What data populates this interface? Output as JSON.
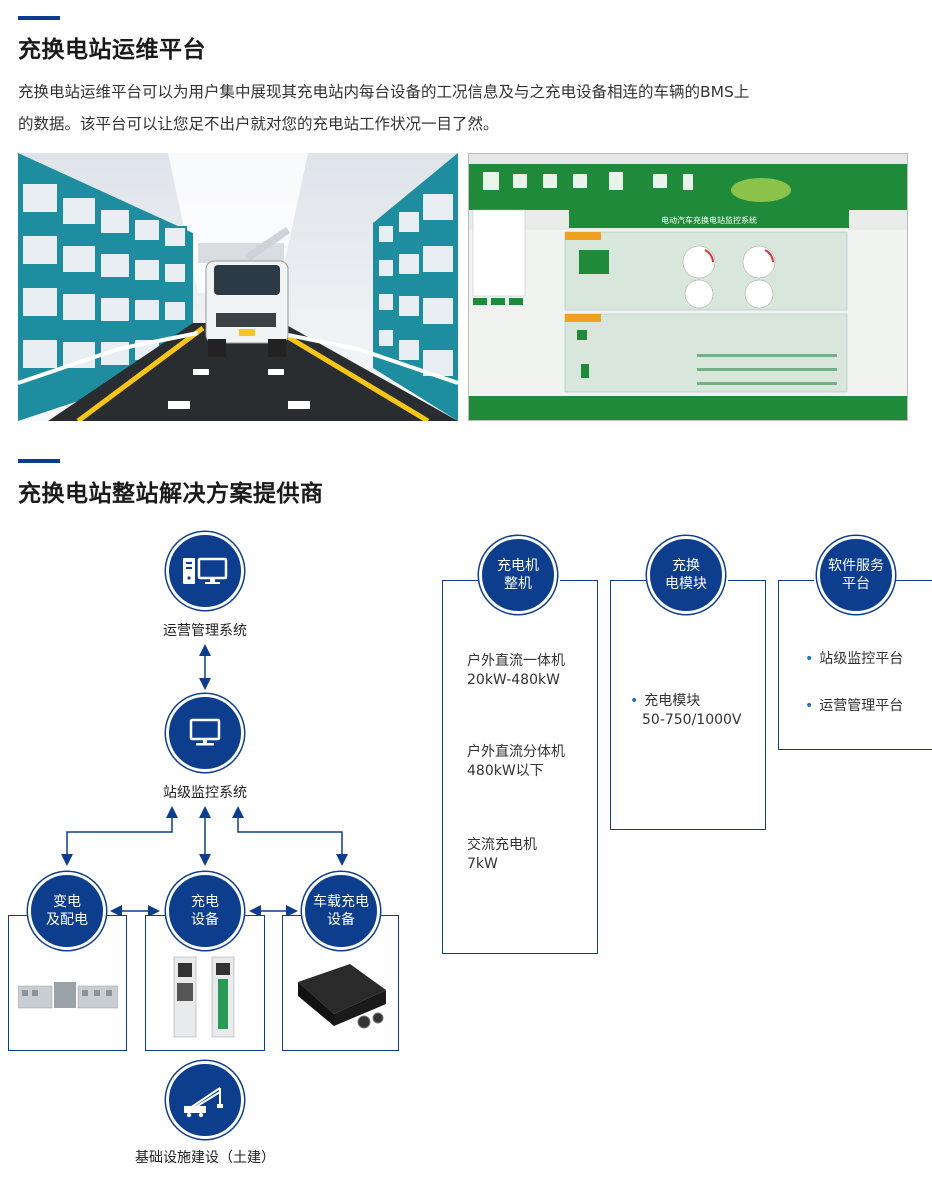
{
  "section1": {
    "title": "充换电站运维平台",
    "desc_line1": "充换电站运维平台可以为用户集中展现其充电站内每台设备的工况信息及与之充电设备相连的车辆的BMS上",
    "desc_line2": "的数据。该平台可以让您足不出户就对您的充电站工作状况一目了然。",
    "screenshot_title": "电动汽车充换电站监控系统"
  },
  "section2": {
    "title": "充换电站整站解决方案提供商"
  },
  "diagram": {
    "ops_label": "运营管理系统",
    "monitor_label": "站级监控系统",
    "power": {
      "line1": "变电",
      "line2": "及配电"
    },
    "charge": {
      "line1": "充电",
      "line2": "设备"
    },
    "onboard": {
      "line1": "车载充电",
      "line2": "设备"
    },
    "civil_label": "基础设施建设（土建）"
  },
  "products": {
    "charger": {
      "line1": "充电机",
      "line2": "整机",
      "items": [
        {
          "name": "户外直流一体机",
          "spec": "20kW-480kW"
        },
        {
          "name": "户外直流分体机",
          "spec": "480kW以下"
        },
        {
          "name": "交流充电机",
          "spec": "7kW"
        }
      ]
    },
    "module": {
      "line1": "充换",
      "line2": "电模块",
      "item_name": "充电模块",
      "item_spec": "50-750/1000V"
    },
    "software": {
      "line1": "软件服务",
      "line2": "平台",
      "items": [
        "站级监控平台",
        "运营管理平台"
      ]
    }
  },
  "colors": {
    "brand": "#0d3d8d",
    "accent": "#1e73c8",
    "platform_green": "#1f8a3a"
  }
}
